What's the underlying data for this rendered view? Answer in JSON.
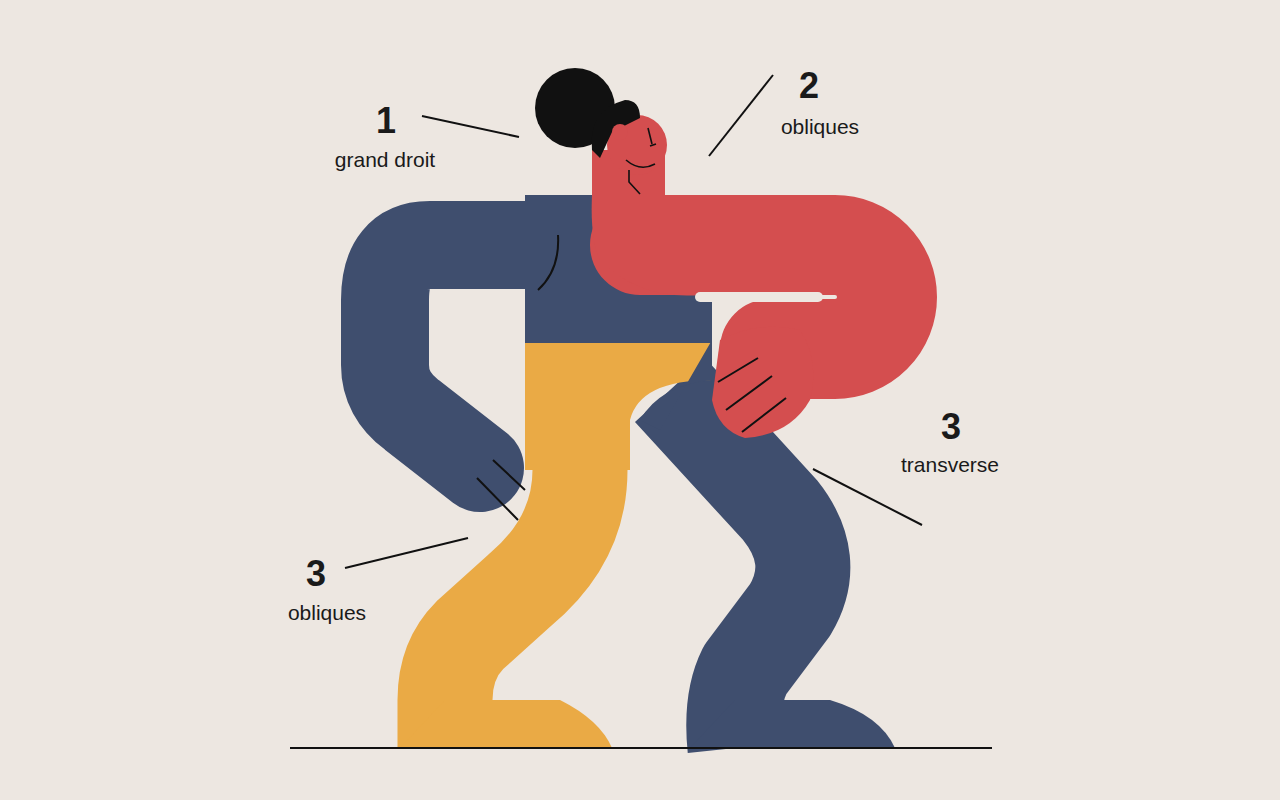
{
  "diagram": {
    "labels": [
      "1",
      "grand droit",
      "2",
      "obliques",
      "3",
      "transverse",
      "3",
      "obliques"
    ]
  }
}
